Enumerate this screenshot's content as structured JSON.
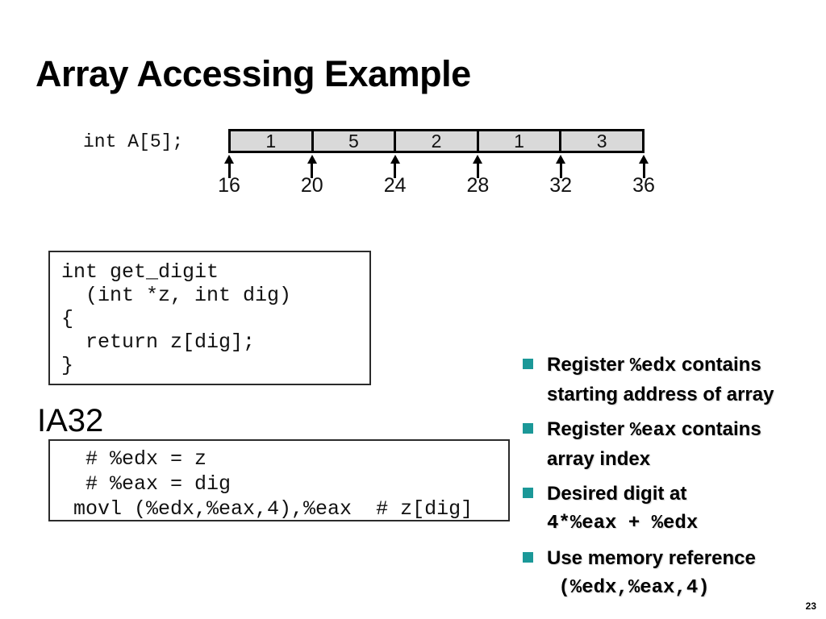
{
  "slide": {
    "title": "Array Accessing Example",
    "page_number": "23"
  },
  "array_figure": {
    "declaration": "int A[5];",
    "cell_values": [
      "1",
      "5",
      "2",
      "1",
      "3"
    ],
    "addresses": [
      "16",
      "20",
      "24",
      "28",
      "32",
      "36"
    ],
    "cell_fill": "#d9d9d9"
  },
  "c_code": {
    "background": "#f5f3bc",
    "lines": [
      "int get_digit",
      "  (int *z, int dig)",
      "{",
      "  return z[dig];",
      "}"
    ]
  },
  "ia32": {
    "label": "IA32",
    "asm_lines": [
      "  # %edx = z",
      "  # %eax = dig",
      " movl (%edx,%eax,4),%eax  # z[dig]"
    ]
  },
  "bullets": {
    "marker_color": "#1b9898",
    "items": [
      {
        "segments": [
          {
            "text": "Register ",
            "mono": false
          },
          {
            "text": "%edx",
            "mono": true
          },
          {
            "text": " contains",
            "mono": false
          },
          {
            "break": true
          },
          {
            "text": "starting address of array",
            "mono": false
          }
        ]
      },
      {
        "segments": [
          {
            "text": "Register ",
            "mono": false
          },
          {
            "text": "%eax",
            "mono": true
          },
          {
            "text": " contains",
            "mono": false
          },
          {
            "break": true
          },
          {
            "text": "array index",
            "mono": false
          }
        ]
      },
      {
        "segments": [
          {
            "text": "Desired digit at",
            "mono": false
          },
          {
            "break": true
          },
          {
            "text": "4*%eax + %edx",
            "mono": true
          }
        ]
      },
      {
        "segments": [
          {
            "text": "Use memory reference",
            "mono": false
          },
          {
            "break": true
          },
          {
            "text": " (%edx,%eax,4)",
            "mono": true
          }
        ]
      }
    ]
  }
}
